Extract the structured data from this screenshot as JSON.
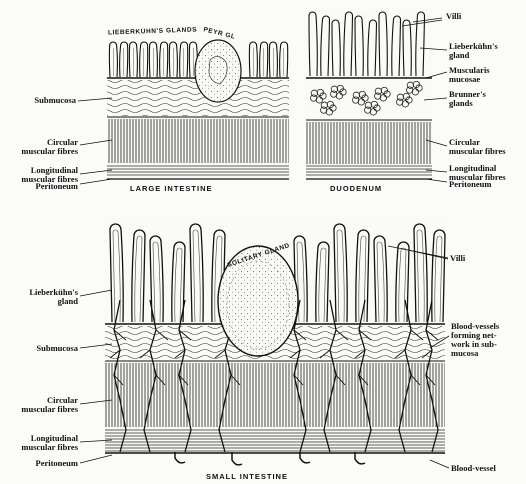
{
  "panels": {
    "large_intestine": {
      "caption": "LARGE INTESTINE",
      "arc_glands": "LIEBERKUHN'S GLANDS",
      "arc_patch": "PEYR GL",
      "labels": {
        "submucosa": "Submucosa",
        "circular": "Circular\nmuscular fibres",
        "longitudinal": "Longitudinal\nmuscular fibres",
        "peritoneum": "Peritoneum"
      }
    },
    "duodenum": {
      "caption": "DUODENUM",
      "labels": {
        "villi": "Villi",
        "lieberkuhn": "Lieberkühn's\ngland",
        "muscularis": "Muscularis\nmucosae",
        "brunner": "Brunner's\nglands",
        "circular": "Circular\nmuscular fibres",
        "longitudinal": "Longitudinal\nmuscular fibres",
        "peritoneum": "Peritoneum"
      }
    },
    "small_intestine": {
      "caption": "SMALL INTESTINE",
      "arc_solitary": "SOLITARY GLAND",
      "labels": {
        "lieberkuhn": "Lieberkühn's\ngland",
        "submucosa": "Submucosa",
        "circular": "Circular\nmuscular fibres",
        "longitudinal": "Longitudinal\nmuscular fibres",
        "peritoneum": "Peritoneum",
        "villi": "Villi",
        "network": "Blood-vessels\nforming net-\nwork in sub-\nmucosa",
        "vessel": "Blood-vessel"
      }
    }
  }
}
